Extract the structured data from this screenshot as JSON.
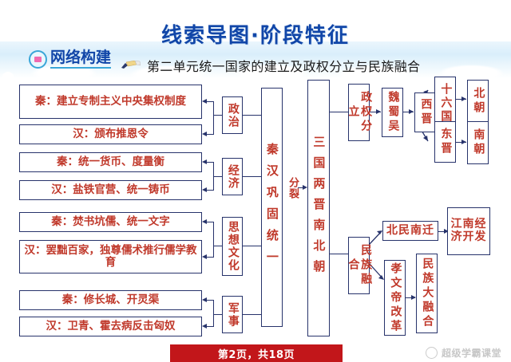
{
  "header": {
    "title": "线索导图·阶段特征",
    "brand_label": "网络构建",
    "brand_icon": "book-icon",
    "pencil_icon": "pencil-icon",
    "subtitle": "第二单元统一国家的建立及政权分立与民族融合"
  },
  "colors": {
    "title_blue": "#1146a8",
    "box_border": "#27336b",
    "box_text_red": "#c0392b",
    "footer_red": "#c2161a",
    "accent_cyan": "#3aa6d8"
  },
  "diagram": {
    "left_items": [
      {
        "label": "秦：建立专制主义中央集权制度"
      },
      {
        "label": "汉：颁布推恩令"
      },
      {
        "label": "秦：统一货币、度量衡"
      },
      {
        "label": "汉：盐铁官营、统一铸币"
      },
      {
        "label": "秦：焚书坑儒、统一文字"
      },
      {
        "label": "汉：罢黜百家，独尊儒术推行儒学教育"
      },
      {
        "label": "秦：修长城、开灵渠"
      },
      {
        "label": "汉：卫青、霍去病反击匈奴"
      }
    ],
    "categories": [
      {
        "label": "政治"
      },
      {
        "label": "经济"
      },
      {
        "label": "思想文化"
      },
      {
        "label": "军事"
      }
    ],
    "spine_left": {
      "label": "秦汉巩固统一"
    },
    "split_label": {
      "label": "分裂"
    },
    "spine_right": {
      "label": "三国两晋南北朝"
    },
    "branch_top": [
      {
        "label": "政权分立"
      },
      {
        "label": "魏蜀吴"
      },
      {
        "label": "西晋"
      },
      {
        "label": "十六国"
      },
      {
        "label": "东晋"
      },
      {
        "label": "北朝"
      },
      {
        "label": "南朝"
      }
    ],
    "branch_bottom": [
      {
        "label": "民族融合"
      },
      {
        "label": "北民南迁"
      },
      {
        "label": "孝文帝改革"
      },
      {
        "label": "江南经济开发"
      },
      {
        "label": "民族大融合"
      }
    ]
  },
  "footer": {
    "page_text": "第2页，共18页",
    "watermark_text": "超级学霸课堂",
    "watermark_icon": "circle-logo-icon"
  }
}
